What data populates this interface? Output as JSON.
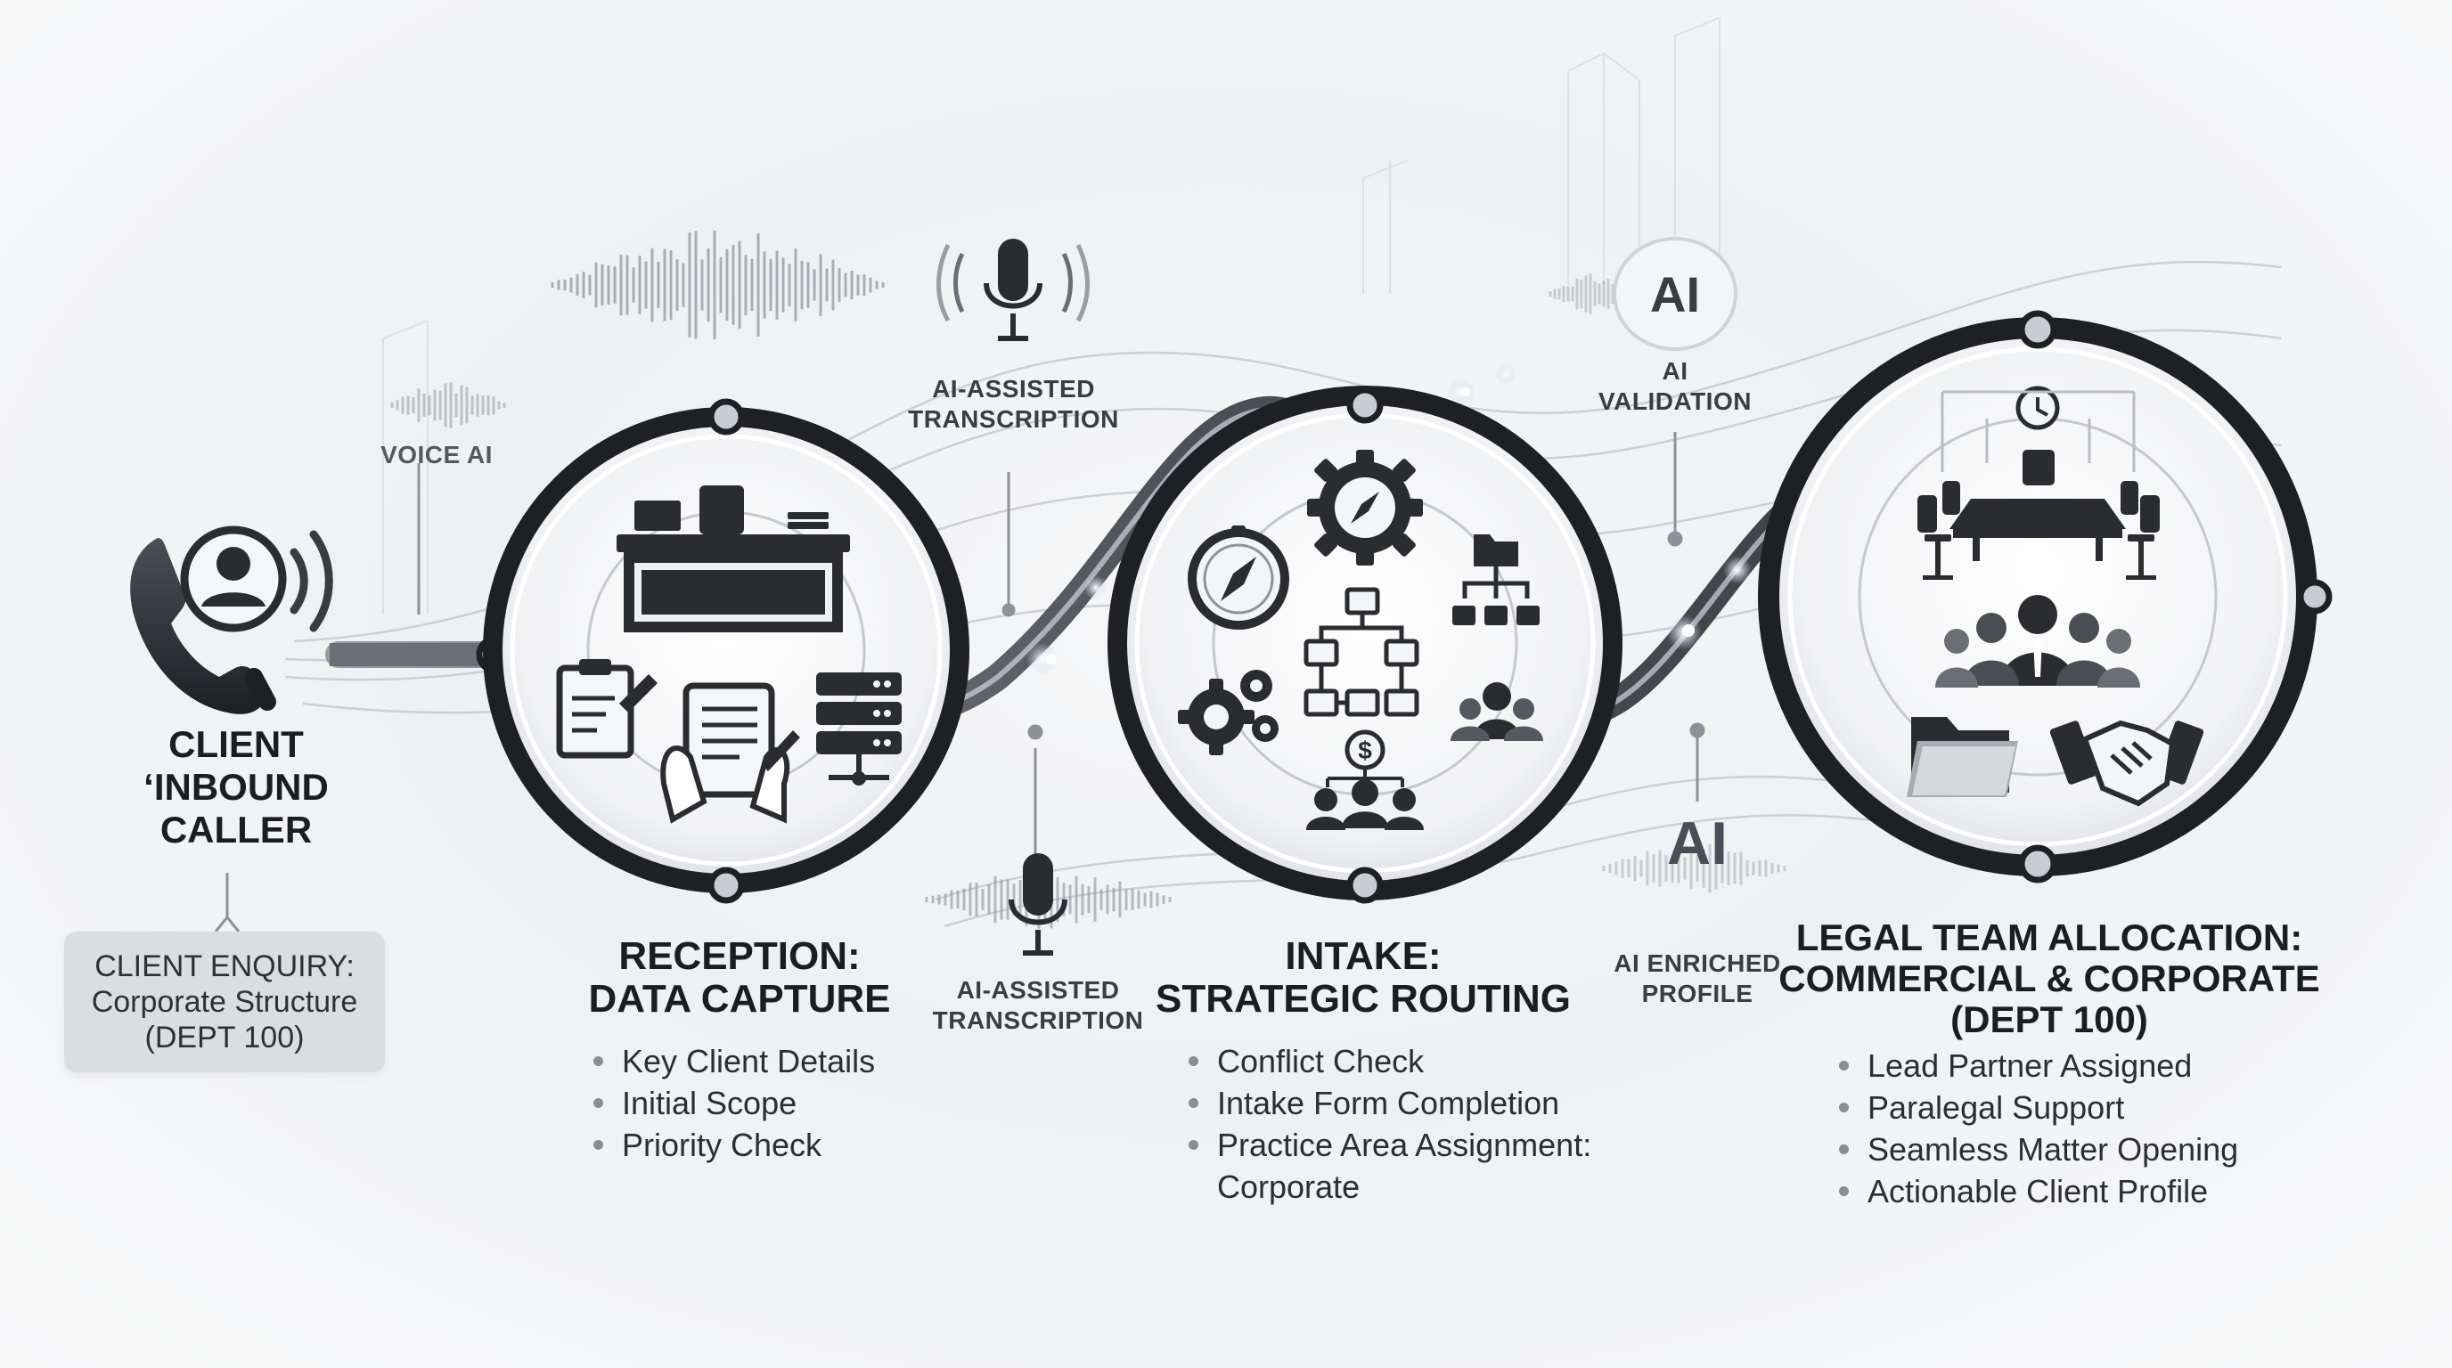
{
  "caller": {
    "line1": "CLIENT",
    "line2": "‘INBOUND",
    "line3": "CALLER",
    "enquiry_title": "CLIENT ENQUIRY:",
    "enquiry_line2": "Corporate Structure",
    "enquiry_line3": "(DEPT 100)"
  },
  "labels": {
    "voice_ai": "VOICE AI",
    "transcription_top_1": "AI-ASSISTED",
    "transcription_top_2": "TRANSCRIPTION",
    "transcription_bottom_1": "AI-ASSISTED",
    "transcription_bottom_2": "TRANSCRIPTION",
    "ai_badge_top": "AI",
    "ai_validation_1": "AI",
    "ai_validation_2": "VALIDATION",
    "ai_badge_bottom": "AI",
    "ai_enriched_1": "AI ENRICHED",
    "ai_enriched_2": "PROFILE"
  },
  "stages": [
    {
      "title_1": "RECEPTION:",
      "title_2": "DATA CAPTURE",
      "bullets": [
        "Key Client Details",
        "Initial Scope",
        "Priority Check"
      ]
    },
    {
      "title_1": "INTAKE:",
      "title_2": "STRATEGIC ROUTING",
      "bullets": [
        "Conflict Check",
        "Intake Form Completion",
        "Practice Area Assignment:",
        "Corporate"
      ]
    },
    {
      "title_1": "LEGAL TEAM ALLOCATION:",
      "title_2": "COMMERCIAL & CORPORATE",
      "title_3": "(DEPT 100)",
      "bullets": [
        "Lead Partner Assigned",
        "Paralegal Support",
        "Seamless Matter Opening",
        "Actionable Client Profile"
      ]
    }
  ],
  "icon_text": {
    "coin": "$"
  },
  "colors": {
    "ring_dark": "#1f2024",
    "ring_light": "#f2f3f5",
    "accent_glow": "#b9c6d8",
    "icon_dark": "#2b2c30"
  }
}
